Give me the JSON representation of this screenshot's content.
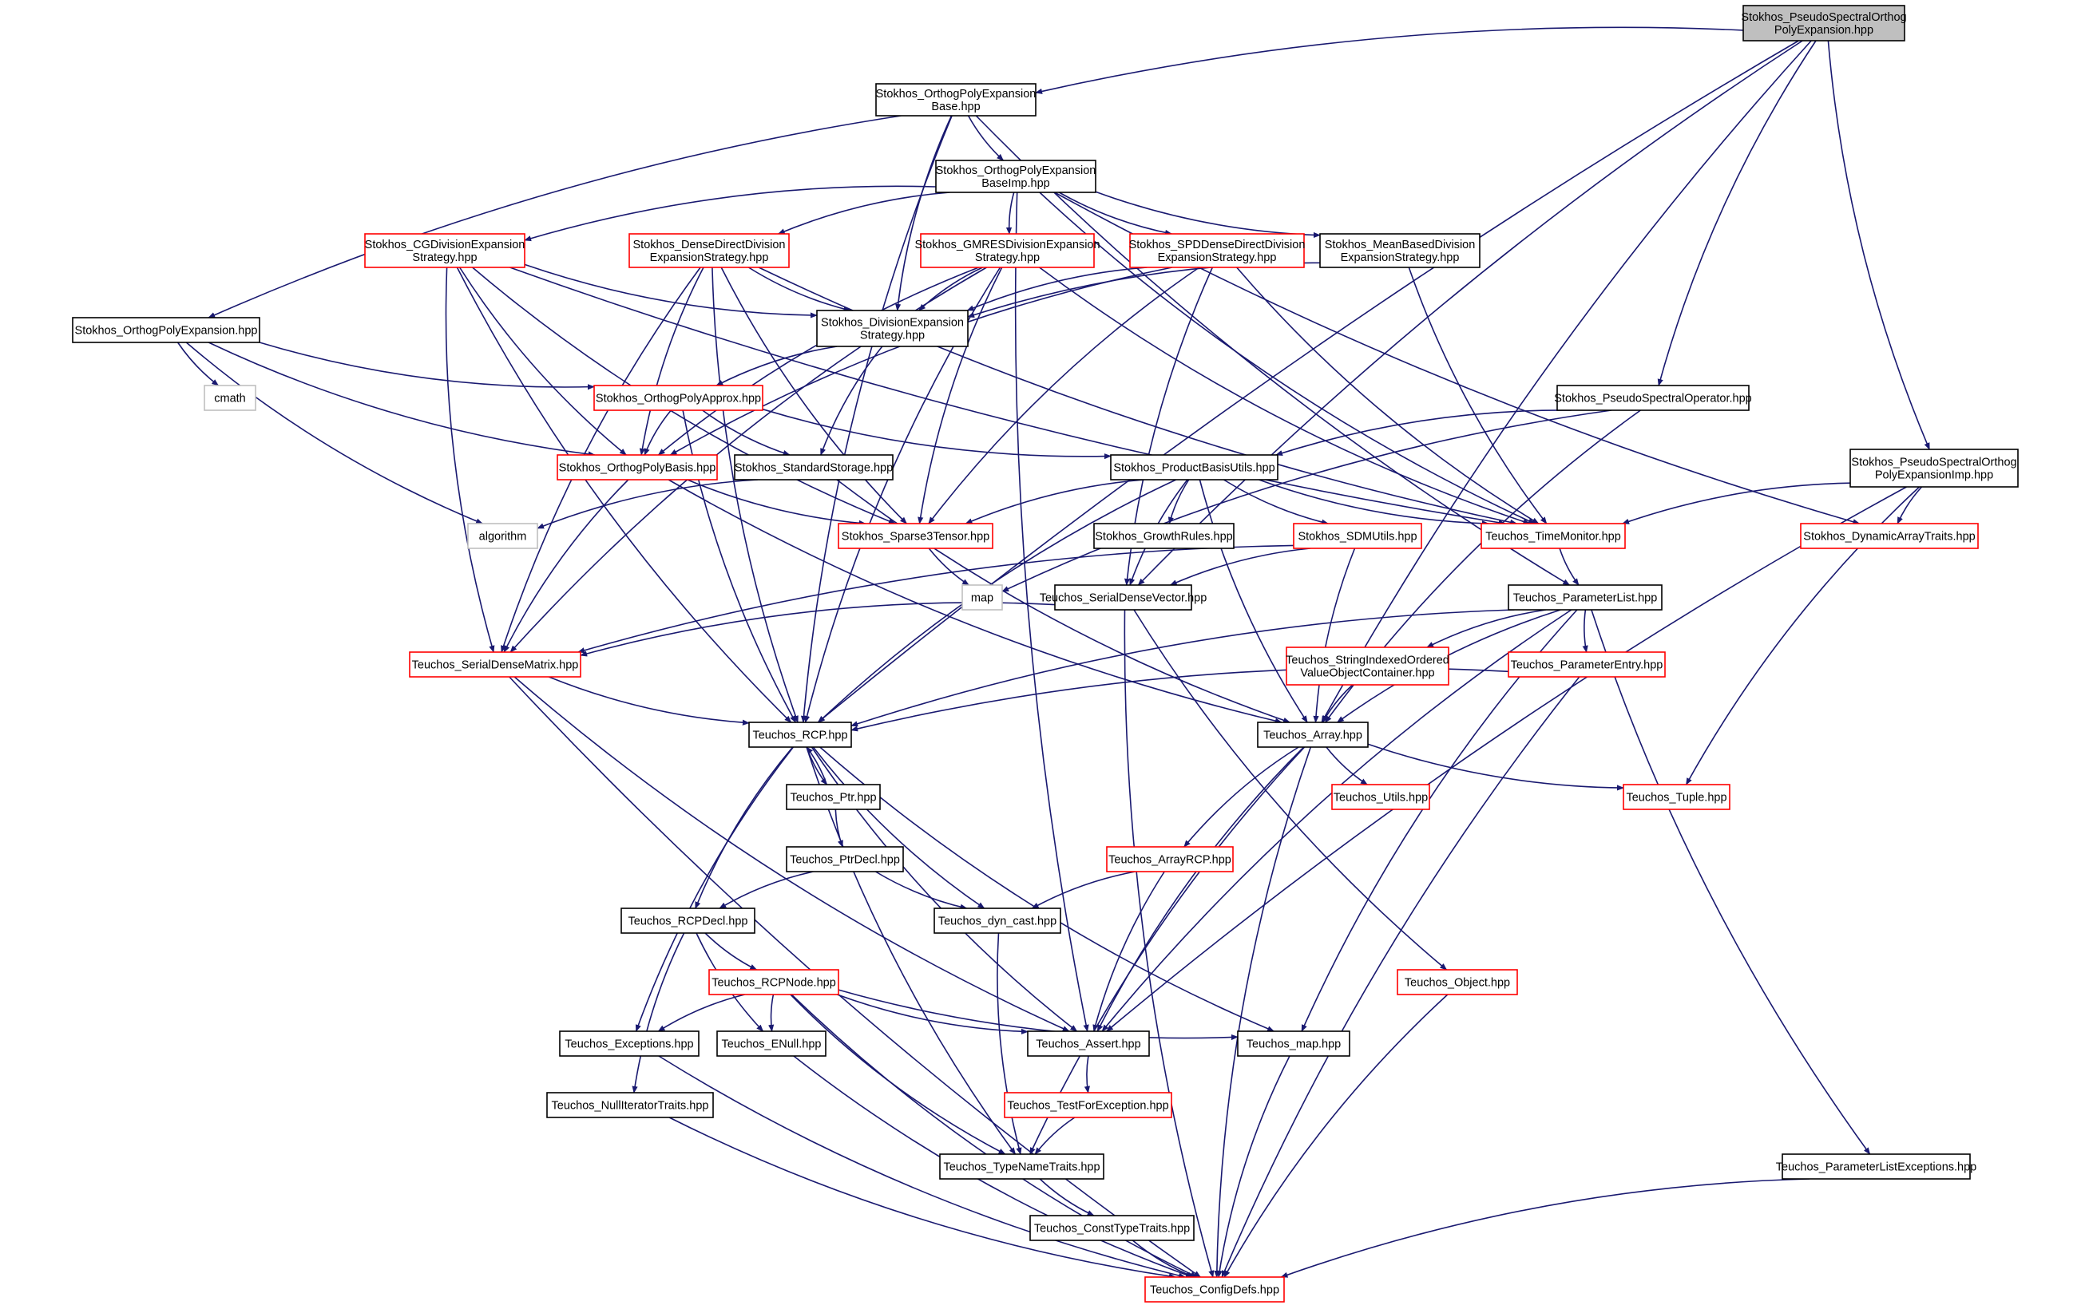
{
  "title": "Stokhos_PseudoSpectralOrthogPolyExpansion.hpp",
  "colors": {
    "edge": "#191970",
    "border_documented": "#000000",
    "border_undocumented": "#ff0000",
    "border_system": "#bfbfbf",
    "root_fill": "#bfbfbf"
  },
  "nodes": [
    {
      "id": "root",
      "lines": [
        "Stokhos_PseudoSpectralOrthog",
        "PolyExpansion.hpp"
      ],
      "kind": "root"
    },
    {
      "id": "opeBase",
      "lines": [
        "Stokhos_OrthogPolyExpansion",
        "Base.hpp"
      ],
      "kind": "doc"
    },
    {
      "id": "opeBaseImp",
      "lines": [
        "Stokhos_OrthogPolyExpansion",
        "BaseImp.hpp"
      ],
      "kind": "doc"
    },
    {
      "id": "cgDiv",
      "lines": [
        "Stokhos_CGDivisionExpansion",
        "Strategy.hpp"
      ],
      "kind": "undoc"
    },
    {
      "id": "denseDiv",
      "lines": [
        "Stokhos_DenseDirectDivision",
        "ExpansionStrategy.hpp"
      ],
      "kind": "undoc"
    },
    {
      "id": "gmresDiv",
      "lines": [
        "Stokhos_GMRESDivisionExpansion",
        "Strategy.hpp"
      ],
      "kind": "undoc"
    },
    {
      "id": "spdDiv",
      "lines": [
        "Stokhos_SPDDenseDirectDivision",
        "ExpansionStrategy.hpp"
      ],
      "kind": "undoc"
    },
    {
      "id": "meanDiv",
      "lines": [
        "Stokhos_MeanBasedDivision",
        "ExpansionStrategy.hpp"
      ],
      "kind": "doc"
    },
    {
      "id": "ope",
      "lines": [
        "Stokhos_OrthogPolyExpansion.hpp"
      ],
      "kind": "doc"
    },
    {
      "id": "divStrat",
      "lines": [
        "Stokhos_DivisionExpansion",
        "Strategy.hpp"
      ],
      "kind": "doc"
    },
    {
      "id": "cmath",
      "lines": [
        "cmath"
      ],
      "kind": "sys"
    },
    {
      "id": "opApprox",
      "lines": [
        "Stokhos_OrthogPolyApprox.hpp"
      ],
      "kind": "undoc"
    },
    {
      "id": "psOp",
      "lines": [
        "Stokhos_PseudoSpectralOperator.hpp"
      ],
      "kind": "doc"
    },
    {
      "id": "psImp",
      "lines": [
        "Stokhos_PseudoSpectralOrthog",
        "PolyExpansionImp.hpp"
      ],
      "kind": "doc"
    },
    {
      "id": "opBasis",
      "lines": [
        "Stokhos_OrthogPolyBasis.hpp"
      ],
      "kind": "undoc"
    },
    {
      "id": "stdStorage",
      "lines": [
        "Stokhos_StandardStorage.hpp"
      ],
      "kind": "doc"
    },
    {
      "id": "pbUtils",
      "lines": [
        "Stokhos_ProductBasisUtils.hpp"
      ],
      "kind": "doc"
    },
    {
      "id": "algorithm",
      "lines": [
        "algorithm"
      ],
      "kind": "sys"
    },
    {
      "id": "sparse3",
      "lines": [
        "Stokhos_Sparse3Tensor.hpp"
      ],
      "kind": "undoc"
    },
    {
      "id": "growth",
      "lines": [
        "Stokhos_GrowthRules.hpp"
      ],
      "kind": "doc"
    },
    {
      "id": "sdmUtils",
      "lines": [
        "Stokhos_SDMUtils.hpp"
      ],
      "kind": "undoc"
    },
    {
      "id": "timeMon",
      "lines": [
        "Teuchos_TimeMonitor.hpp"
      ],
      "kind": "undoc"
    },
    {
      "id": "dynArr",
      "lines": [
        "Stokhos_DynamicArrayTraits.hpp"
      ],
      "kind": "undoc"
    },
    {
      "id": "map",
      "lines": [
        "map"
      ],
      "kind": "sys"
    },
    {
      "id": "sdv",
      "lines": [
        "Teuchos_SerialDenseVector.hpp"
      ],
      "kind": "doc"
    },
    {
      "id": "paramList",
      "lines": [
        "Teuchos_ParameterList.hpp"
      ],
      "kind": "doc"
    },
    {
      "id": "sdm",
      "lines": [
        "Teuchos_SerialDenseMatrix.hpp"
      ],
      "kind": "undoc"
    },
    {
      "id": "strIdx",
      "lines": [
        "Teuchos_StringIndexedOrdered",
        "ValueObjectContainer.hpp"
      ],
      "kind": "undoc"
    },
    {
      "id": "paramEntry",
      "lines": [
        "Teuchos_ParameterEntry.hpp"
      ],
      "kind": "undoc"
    },
    {
      "id": "rcp",
      "lines": [
        "Teuchos_RCP.hpp"
      ],
      "kind": "doc"
    },
    {
      "id": "array",
      "lines": [
        "Teuchos_Array.hpp"
      ],
      "kind": "doc"
    },
    {
      "id": "ptr",
      "lines": [
        "Teuchos_Ptr.hpp"
      ],
      "kind": "doc"
    },
    {
      "id": "utils",
      "lines": [
        "Teuchos_Utils.hpp"
      ],
      "kind": "undoc"
    },
    {
      "id": "tuple",
      "lines": [
        "Teuchos_Tuple.hpp"
      ],
      "kind": "undoc"
    },
    {
      "id": "ptrDecl",
      "lines": [
        "Teuchos_PtrDecl.hpp"
      ],
      "kind": "doc"
    },
    {
      "id": "arrayRCP",
      "lines": [
        "Teuchos_ArrayRCP.hpp"
      ],
      "kind": "undoc"
    },
    {
      "id": "rcpDecl",
      "lines": [
        "Teuchos_RCPDecl.hpp"
      ],
      "kind": "doc"
    },
    {
      "id": "dynCast",
      "lines": [
        "Teuchos_dyn_cast.hpp"
      ],
      "kind": "doc"
    },
    {
      "id": "rcpNode",
      "lines": [
        "Teuchos_RCPNode.hpp"
      ],
      "kind": "undoc"
    },
    {
      "id": "object",
      "lines": [
        "Teuchos_Object.hpp"
      ],
      "kind": "undoc"
    },
    {
      "id": "exceptions",
      "lines": [
        "Teuchos_Exceptions.hpp"
      ],
      "kind": "doc"
    },
    {
      "id": "enull",
      "lines": [
        "Teuchos_ENull.hpp"
      ],
      "kind": "doc"
    },
    {
      "id": "assert",
      "lines": [
        "Teuchos_Assert.hpp"
      ],
      "kind": "doc"
    },
    {
      "id": "tmap",
      "lines": [
        "Teuchos_map.hpp"
      ],
      "kind": "doc"
    },
    {
      "id": "nullIt",
      "lines": [
        "Teuchos_NullIteratorTraits.hpp"
      ],
      "kind": "doc"
    },
    {
      "id": "testExc",
      "lines": [
        "Teuchos_TestForException.hpp"
      ],
      "kind": "undoc"
    },
    {
      "id": "typeName",
      "lines": [
        "Teuchos_TypeNameTraits.hpp"
      ],
      "kind": "doc"
    },
    {
      "id": "plExc",
      "lines": [
        "Teuchos_ParameterListExceptions.hpp"
      ],
      "kind": "doc"
    },
    {
      "id": "constType",
      "lines": [
        "Teuchos_ConstTypeTraits.hpp"
      ],
      "kind": "doc"
    },
    {
      "id": "configDefs",
      "lines": [
        "Teuchos_ConfigDefs.hpp"
      ],
      "kind": "undoc"
    }
  ],
  "edges": [
    [
      "root",
      "opeBase"
    ],
    [
      "root",
      "psOp"
    ],
    [
      "root",
      "psImp"
    ],
    [
      "root",
      "array"
    ],
    [
      "root",
      "rcp"
    ],
    [
      "root",
      "sdv"
    ],
    [
      "opeBase",
      "opeBaseImp"
    ],
    [
      "opeBase",
      "ope"
    ],
    [
      "opeBase",
      "divStrat"
    ],
    [
      "opeBase",
      "rcp"
    ],
    [
      "opeBase",
      "paramList"
    ],
    [
      "opeBaseImp",
      "cgDiv"
    ],
    [
      "opeBaseImp",
      "denseDiv"
    ],
    [
      "opeBaseImp",
      "gmresDiv"
    ],
    [
      "opeBaseImp",
      "spdDiv"
    ],
    [
      "opeBaseImp",
      "meanDiv"
    ],
    [
      "opeBaseImp",
      "timeMon"
    ],
    [
      "opeBaseImp",
      "dynArr"
    ],
    [
      "opeBaseImp",
      "assert"
    ],
    [
      "cgDiv",
      "divStrat"
    ],
    [
      "cgDiv",
      "opBasis"
    ],
    [
      "cgDiv",
      "sparse3"
    ],
    [
      "cgDiv",
      "sdm"
    ],
    [
      "cgDiv",
      "rcp"
    ],
    [
      "cgDiv",
      "timeMon"
    ],
    [
      "denseDiv",
      "divStrat"
    ],
    [
      "denseDiv",
      "opBasis"
    ],
    [
      "denseDiv",
      "sparse3"
    ],
    [
      "denseDiv",
      "sdm"
    ],
    [
      "denseDiv",
      "rcp"
    ],
    [
      "denseDiv",
      "timeMon"
    ],
    [
      "gmresDiv",
      "divStrat"
    ],
    [
      "gmresDiv",
      "opBasis"
    ],
    [
      "gmresDiv",
      "sparse3"
    ],
    [
      "gmresDiv",
      "sdm"
    ],
    [
      "gmresDiv",
      "rcp"
    ],
    [
      "gmresDiv",
      "timeMon"
    ],
    [
      "spdDiv",
      "divStrat"
    ],
    [
      "spdDiv",
      "opBasis"
    ],
    [
      "spdDiv",
      "sparse3"
    ],
    [
      "spdDiv",
      "sdv"
    ],
    [
      "spdDiv",
      "timeMon"
    ],
    [
      "meanDiv",
      "divStrat"
    ],
    [
      "meanDiv",
      "timeMon"
    ],
    [
      "ope",
      "cmath"
    ],
    [
      "ope",
      "algorithm"
    ],
    [
      "ope",
      "opApprox"
    ],
    [
      "ope",
      "opBasis"
    ],
    [
      "divStrat",
      "opApprox"
    ],
    [
      "divStrat",
      "stdStorage"
    ],
    [
      "opApprox",
      "opBasis"
    ],
    [
      "opApprox",
      "stdStorage"
    ],
    [
      "opApprox",
      "pbUtils"
    ],
    [
      "opApprox",
      "rcp"
    ],
    [
      "psOp",
      "pbUtils"
    ],
    [
      "psOp",
      "map"
    ],
    [
      "psOp",
      "array"
    ],
    [
      "psImp",
      "timeMon"
    ],
    [
      "psImp",
      "dynArr"
    ],
    [
      "psImp",
      "tuple"
    ],
    [
      "psImp",
      "assert"
    ],
    [
      "opBasis",
      "sparse3"
    ],
    [
      "opBasis",
      "sdm"
    ],
    [
      "opBasis",
      "array"
    ],
    [
      "stdStorage",
      "algorithm"
    ],
    [
      "stdStorage",
      "array"
    ],
    [
      "pbUtils",
      "growth"
    ],
    [
      "pbUtils",
      "sdmUtils"
    ],
    [
      "pbUtils",
      "sparse3"
    ],
    [
      "pbUtils",
      "timeMon"
    ],
    [
      "pbUtils",
      "sdv"
    ],
    [
      "pbUtils",
      "rcp"
    ],
    [
      "pbUtils",
      "array"
    ],
    [
      "sparse3",
      "map"
    ],
    [
      "sdmUtils",
      "sdm"
    ],
    [
      "sdmUtils",
      "sdv"
    ],
    [
      "sdmUtils",
      "array"
    ],
    [
      "timeMon",
      "paramList"
    ],
    [
      "sdv",
      "sdm"
    ],
    [
      "sdv",
      "object"
    ],
    [
      "sdv",
      "configDefs"
    ],
    [
      "paramList",
      "strIdx"
    ],
    [
      "paramList",
      "paramEntry"
    ],
    [
      "paramList",
      "array"
    ],
    [
      "paramList",
      "rcp"
    ],
    [
      "paramList",
      "plExc"
    ],
    [
      "paramList",
      "assert"
    ],
    [
      "paramList",
      "tmap"
    ],
    [
      "sdm",
      "rcp"
    ],
    [
      "sdm",
      "assert"
    ],
    [
      "sdm",
      "configDefs"
    ],
    [
      "strIdx",
      "array"
    ],
    [
      "paramEntry",
      "rcp"
    ],
    [
      "paramEntry",
      "configDefs"
    ],
    [
      "rcp",
      "ptr"
    ],
    [
      "rcp",
      "rcpDecl"
    ],
    [
      "rcp",
      "dynCast"
    ],
    [
      "rcp",
      "exceptions"
    ],
    [
      "rcp",
      "assert"
    ],
    [
      "rcp",
      "tmap"
    ],
    [
      "rcp",
      "typeName"
    ],
    [
      "array",
      "utils"
    ],
    [
      "array",
      "tuple"
    ],
    [
      "array",
      "arrayRCP"
    ],
    [
      "array",
      "assert"
    ],
    [
      "array",
      "typeName"
    ],
    [
      "array",
      "configDefs"
    ],
    [
      "ptr",
      "rcp"
    ],
    [
      "ptr",
      "ptrDecl"
    ],
    [
      "ptrDecl",
      "rcpDecl"
    ],
    [
      "ptrDecl",
      "dynCast"
    ],
    [
      "arrayRCP",
      "dynCast"
    ],
    [
      "arrayRCP",
      "assert"
    ],
    [
      "rcpDecl",
      "rcpNode"
    ],
    [
      "rcpDecl",
      "enull"
    ],
    [
      "rcpDecl",
      "nullIt"
    ],
    [
      "dynCast",
      "typeName"
    ],
    [
      "rcpNode",
      "exceptions"
    ],
    [
      "rcpNode",
      "enull"
    ],
    [
      "rcpNode",
      "assert"
    ],
    [
      "rcpNode",
      "tmap"
    ],
    [
      "rcpNode",
      "typeName"
    ],
    [
      "rcpNode",
      "configDefs"
    ],
    [
      "object",
      "configDefs"
    ],
    [
      "exceptions",
      "configDefs"
    ],
    [
      "enull",
      "configDefs"
    ],
    [
      "tmap",
      "configDefs"
    ],
    [
      "nullIt",
      "configDefs"
    ],
    [
      "assert",
      "testExc"
    ],
    [
      "testExc",
      "typeName"
    ],
    [
      "typeName",
      "constType"
    ],
    [
      "constType",
      "configDefs"
    ],
    [
      "plExc",
      "configDefs"
    ]
  ]
}
